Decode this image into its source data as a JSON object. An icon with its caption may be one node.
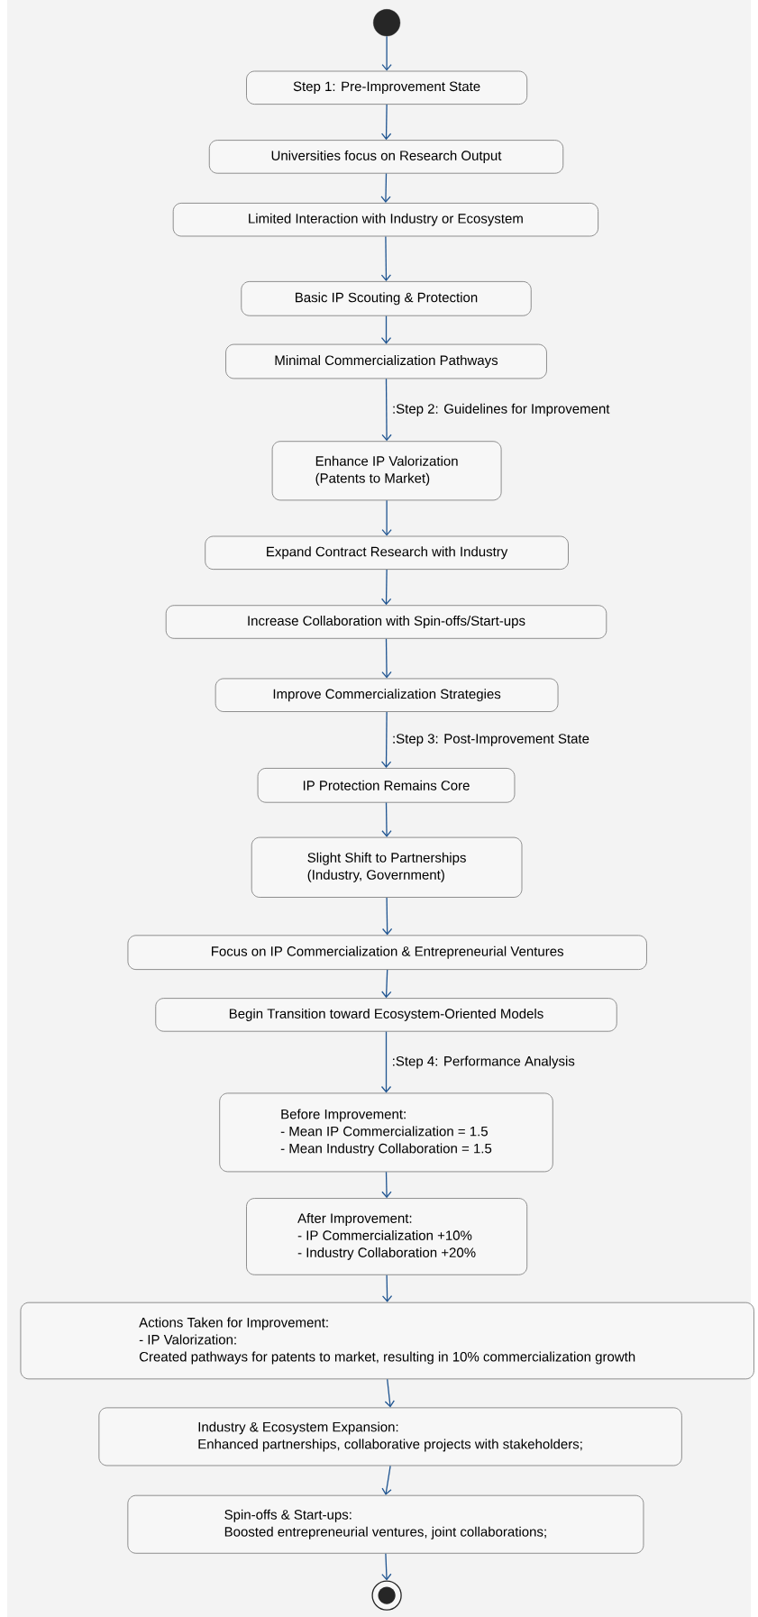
{
  "diagram": {
    "nodes": [
      {
        "text": [],
        "shape": "circle"
      },
      {
        "text": [
          "Step 1: Pre-Improvement State"
        ]
      },
      {
        "text": [
          "Universities focus on Research Output"
        ]
      },
      {
        "text": [
          "Limited Interaction with Industry or Ecosystem"
        ]
      },
      {
        "text": [
          "Basic IP Scouting & Protection"
        ]
      },
      {
        "text": [
          "Minimal Commercialization Pathways"
        ]
      },
      {
        "text": [
          "Enhance IP Valorization",
          "(Patents to Market)"
        ]
      },
      {
        "text": [
          "Expand Contract Research with Industry"
        ]
      },
      {
        "text": [
          "Increase Collaboration with Spin-offs/Start-ups"
        ]
      },
      {
        "text": [
          "Improve Commercialization Strategies"
        ]
      },
      {
        "text": [
          "IP Protection Remains Core"
        ]
      },
      {
        "text": [
          "Slight Shift to Partnerships",
          "(Industry, Government)"
        ]
      },
      {
        "text": [
          "Focus on IP Commercialization & Entrepreneurial Ventures"
        ]
      },
      {
        "text": [
          "Begin Transition toward Ecosystem-Oriented Models"
        ]
      },
      {
        "text": [
          "Before Improvement:",
          "- Mean IP Commercialization = 1.5",
          "- Mean Industry Collaboration = 1.5"
        ]
      },
      {
        "text": [
          "After Improvement:",
          "- IP Commercialization +10%",
          "- Industry Collaboration +20%"
        ]
      },
      {
        "text": [
          "Actions Taken for Improvement:",
          "- IP Valorization:",
          "Created pathways for patents to market, resulting in 10% commercialization growth"
        ]
      },
      {
        "text": [
          "Industry & Ecosystem Expansion:",
          "Enhanced partnerships, collaborative projects with stakeholders;"
        ]
      },
      {
        "text": [
          "Spin-offs & Start-ups:",
          "Boosted entrepreneurial ventures, joint collaborations;"
        ]
      },
      {
        "text": [],
        "shape": "circle"
      }
    ],
    "edges": [
      {
        "from": 0,
        "to": 1,
        "arrow": "to"
      },
      {
        "from": 1,
        "to": 2,
        "arrow": "to"
      },
      {
        "from": 2,
        "to": 3,
        "arrow": "to"
      },
      {
        "from": 3,
        "to": 4,
        "arrow": "to"
      },
      {
        "from": 4,
        "to": 5,
        "arrow": "to"
      },
      {
        "from": 5,
        "to": 6,
        "arrow": "to",
        "label": ":Step 2: Guidelines for Improvement"
      },
      {
        "from": 6,
        "to": 7,
        "arrow": "to"
      },
      {
        "from": 7,
        "to": 8,
        "arrow": "to"
      },
      {
        "from": 8,
        "to": 9,
        "arrow": "to"
      },
      {
        "from": 9,
        "to": 10,
        "arrow": "to",
        "label": ":Step 3: Post-Improvement State"
      },
      {
        "from": 10,
        "to": 11,
        "arrow": "to"
      },
      {
        "from": 11,
        "to": 12,
        "arrow": "to"
      },
      {
        "from": 12,
        "to": 13,
        "arrow": "to"
      },
      {
        "from": 13,
        "to": 14,
        "arrow": "to",
        "label": ":Step 4: Performance Analysis"
      },
      {
        "from": 14,
        "to": 15,
        "arrow": "to"
      },
      {
        "from": 15,
        "to": 16,
        "arrow": "to"
      },
      {
        "from": 16,
        "to": 17,
        "arrow": "to"
      },
      {
        "from": 17,
        "to": 18,
        "arrow": "to"
      },
      {
        "from": 18,
        "to": 19,
        "arrow": "to"
      }
    ]
  }
}
